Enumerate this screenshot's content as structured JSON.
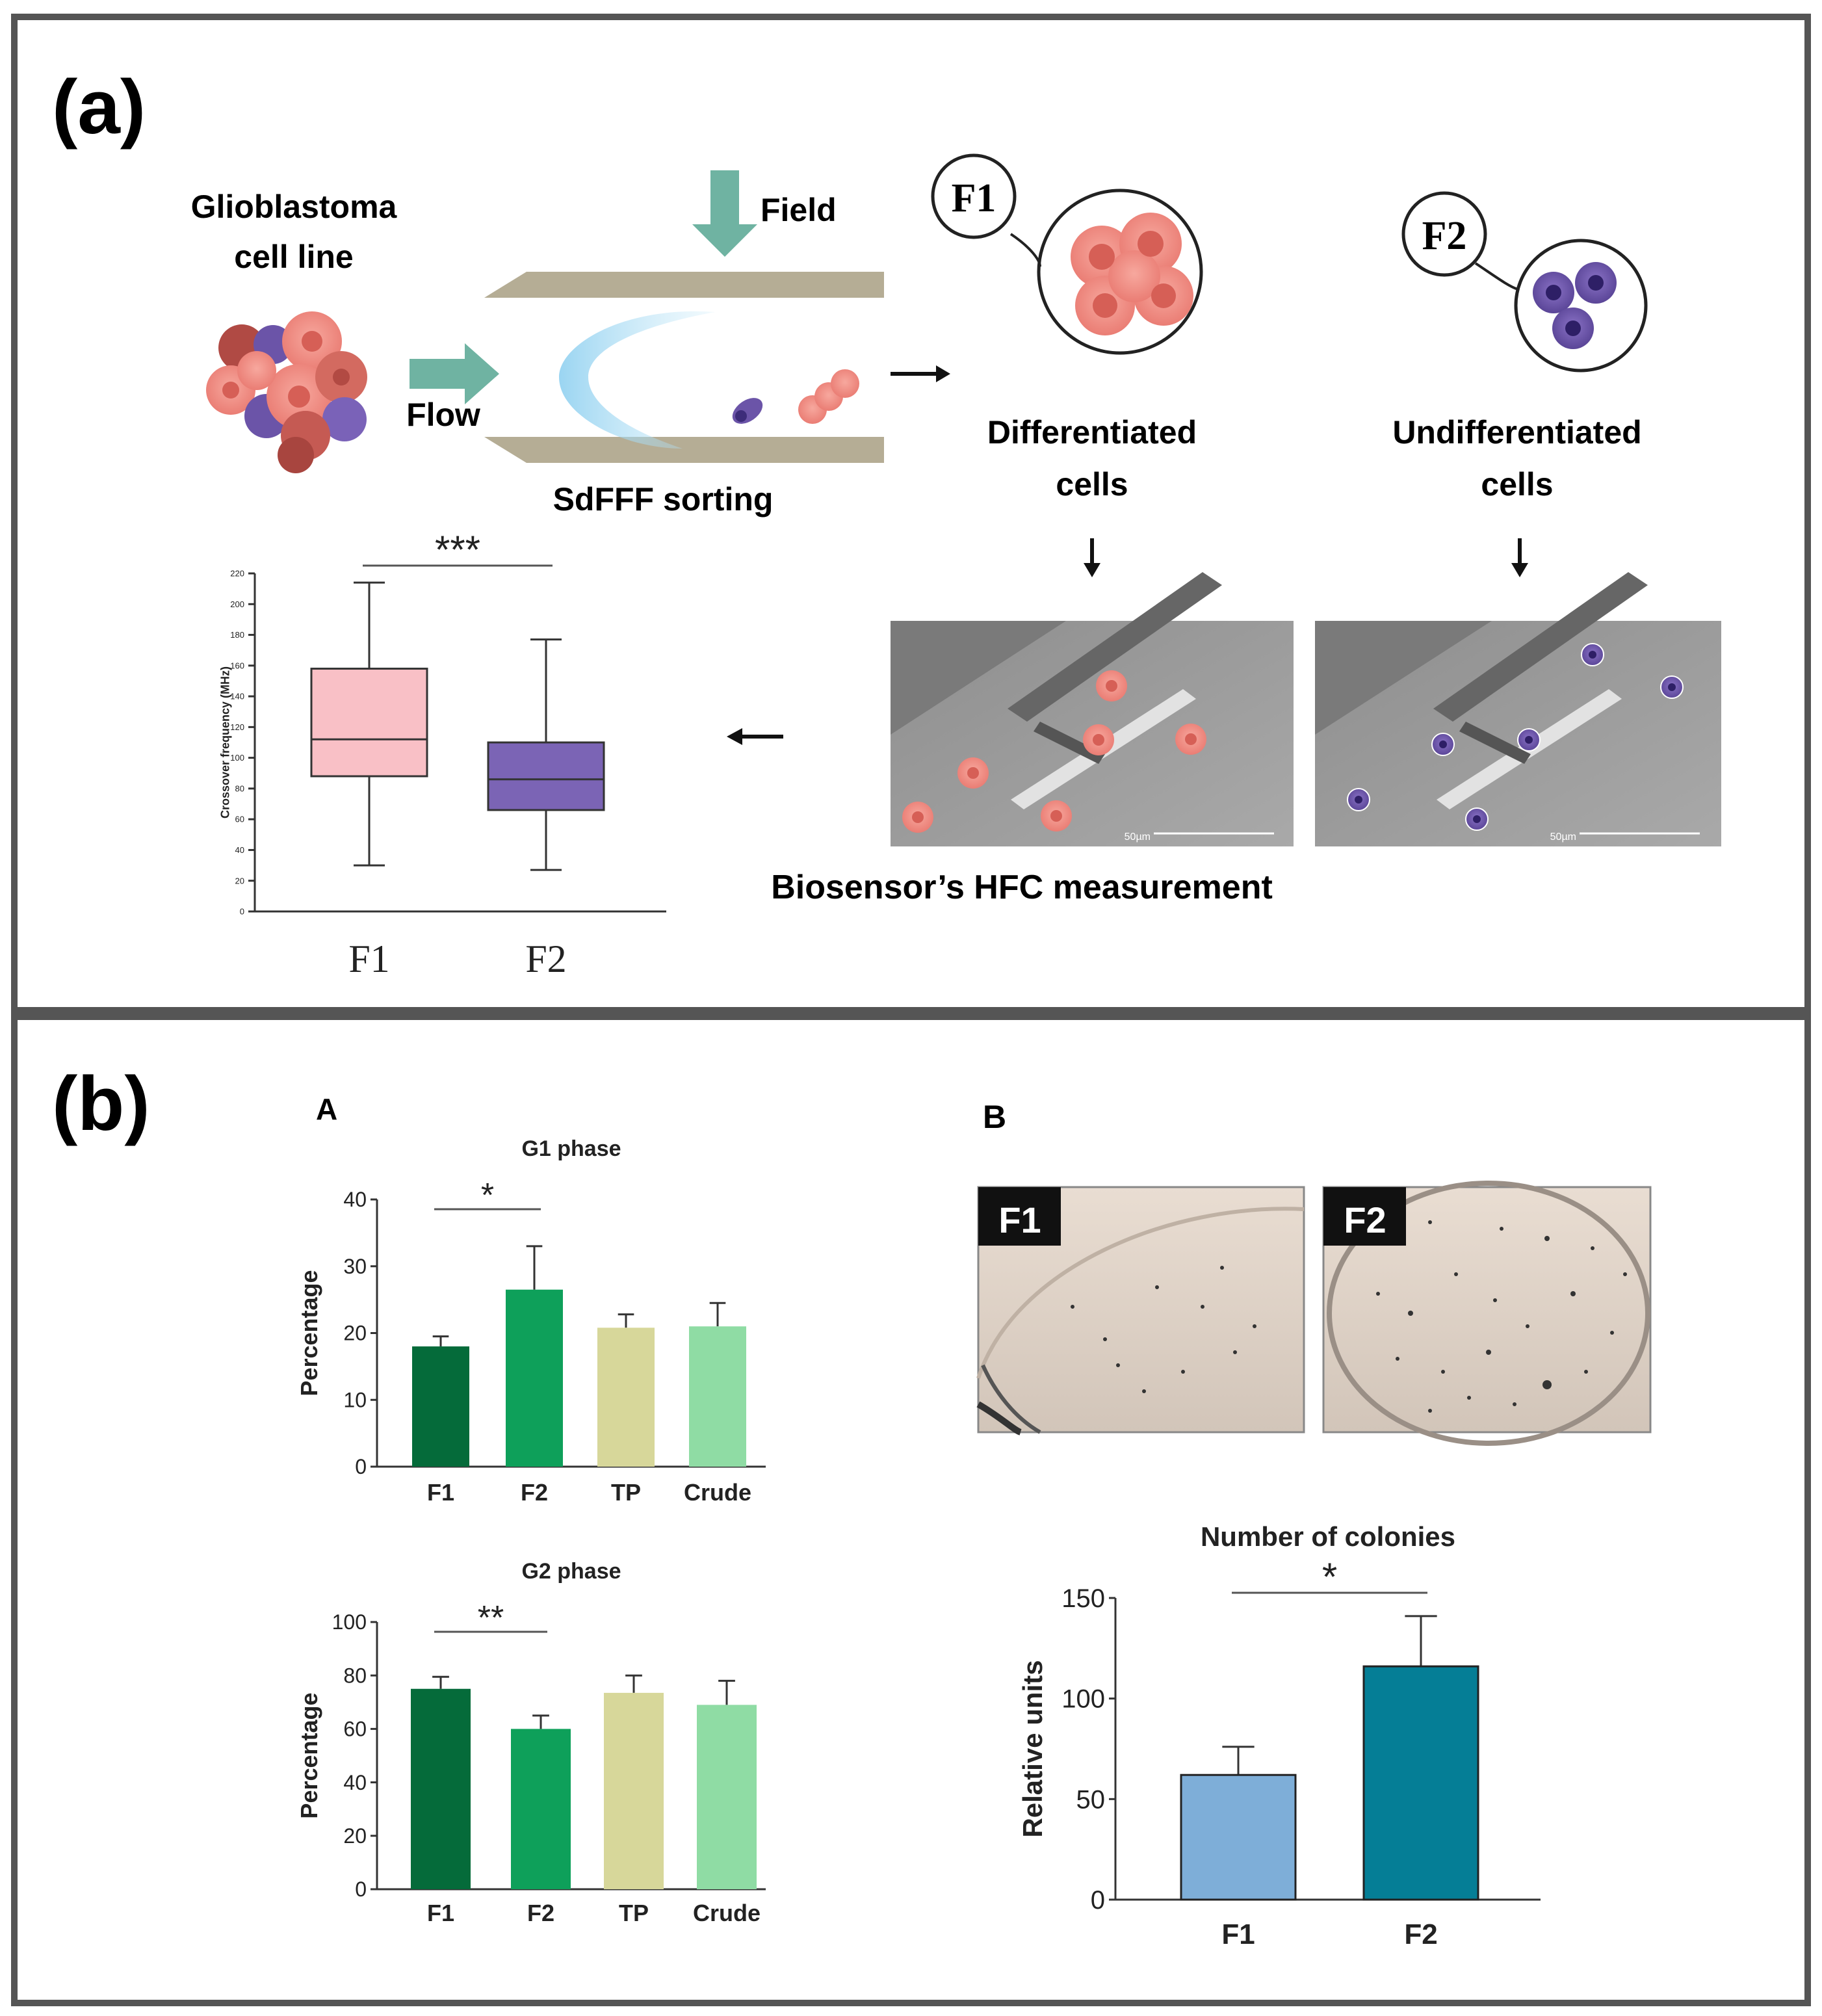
{
  "panel_a": {
    "label": "(a)",
    "source_line": [
      "Glioblastoma",
      "cell line"
    ],
    "flow_label": "Flow",
    "field_label": "Field",
    "sorting_label": "SdFFF sorting",
    "fraction1": {
      "tag": "F1",
      "caption": [
        "Differentiated",
        "cells"
      ]
    },
    "fraction2": {
      "tag": "F2",
      "caption": [
        "Undifferentiated",
        "cells"
      ]
    },
    "measurement_label": "Biosensor’s HFC measurement",
    "scale_bar_label": "50µm"
  },
  "panel_b": {
    "label": "(b)",
    "sub_a": "A",
    "sub_b": "B",
    "photo_tags": [
      "F1",
      "F2"
    ]
  },
  "colors": {
    "f1_box": "#f9c0c6",
    "f2_box": "#7b64b5",
    "g_f1": "#056b3a",
    "g_f2": "#0ea05a",
    "g_tp": "#d7d79a",
    "g_crude": "#8fdca4",
    "col_f1": "#7eaed8",
    "col_f2": "#057e96",
    "arrow_teal": "#6fb3a2"
  },
  "chart_data": [
    {
      "id": "crossover",
      "type": "box",
      "ylabel": "Crossover frequency (MHz)",
      "ylim": [
        0,
        220
      ],
      "yticks": [
        0,
        20,
        40,
        60,
        80,
        100,
        120,
        140,
        160,
        180,
        200,
        220
      ],
      "categories": [
        "F1",
        "F2"
      ],
      "boxes": [
        {
          "min": 30,
          "q1": 88,
          "median": 112,
          "q3": 158,
          "max": 214
        },
        {
          "min": 27,
          "q1": 66,
          "median": 86,
          "q3": 110,
          "max": 177
        }
      ],
      "significance": "***"
    },
    {
      "id": "g1",
      "type": "bar",
      "title": "G1 phase",
      "ylabel": "Percentage",
      "ylim": [
        0,
        40
      ],
      "yticks": [
        0,
        10,
        20,
        30,
        40
      ],
      "categories": [
        "F1",
        "F2",
        "TP",
        "Crude"
      ],
      "values": [
        18,
        26.5,
        20.8,
        21
      ],
      "errors": [
        1.5,
        6.5,
        2,
        3.5
      ],
      "significance": "*"
    },
    {
      "id": "g2",
      "type": "bar",
      "title": "G2 phase",
      "ylabel": "Percentage",
      "ylim": [
        0,
        100
      ],
      "yticks": [
        0,
        20,
        40,
        60,
        80,
        100
      ],
      "categories": [
        "F1",
        "F2",
        "TP",
        "Crude"
      ],
      "values": [
        75,
        60,
        73.5,
        69
      ],
      "errors": [
        4.5,
        5,
        6.5,
        9
      ],
      "significance": "**"
    },
    {
      "id": "colonies",
      "type": "bar",
      "title": "Number of colonies",
      "ylabel": "Relative units",
      "ylim": [
        0,
        150
      ],
      "yticks": [
        0,
        50,
        100,
        150
      ],
      "categories": [
        "F1",
        "F2"
      ],
      "values": [
        62,
        116
      ],
      "errors": [
        14,
        25
      ],
      "significance": "*"
    }
  ]
}
